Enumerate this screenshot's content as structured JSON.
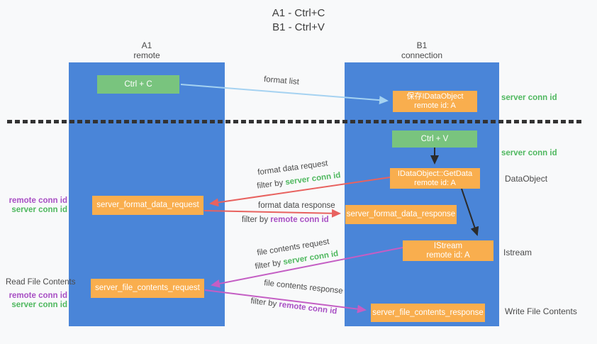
{
  "title": {
    "line1": "A1 - Ctrl+C",
    "line2": "B1 - Ctrl+V"
  },
  "columns": {
    "left": {
      "name": "A1",
      "role": "remote"
    },
    "right": {
      "name": "B1",
      "role": "connection"
    }
  },
  "nodes": {
    "ctrl_c": "Ctrl + C",
    "save_idataobject": {
      "line1": "保存IDataObject",
      "line2": "remote id: A"
    },
    "ctrl_v": "Ctrl + V",
    "getdata": {
      "line1": "IDataObject::GetData",
      "line2": "remote id: A"
    },
    "istream": {
      "line1": "IStream",
      "line2": "remote id: A"
    },
    "format_request": "server_format_data_request",
    "format_response": "server_format_data_response",
    "file_request": "server_file_contents_request",
    "file_response": "server_file_contents_response"
  },
  "arrow_labels": {
    "format_list": "format list",
    "format_data_request": "format data request",
    "format_data_response": "format data response",
    "file_contents_request": "file contents request",
    "file_contents_response": "file contents response",
    "filter_by": "filter by "
  },
  "annotations": {
    "server_conn_id": "server conn id",
    "remote_conn_id": "remote conn id",
    "data_object": "DataObject",
    "istream": "Istream",
    "read_file_contents": "Read File Contents",
    "write_file_contents": "Write File Contents"
  },
  "colors": {
    "column_blue": "#4a85d8",
    "box_green": "#79c47e",
    "box_orange": "#f9ae4e",
    "text_green": "#4fb85f",
    "text_purple": "#a84fc4",
    "arrow_light_blue": "#a5d2f1",
    "arrow_red": "#e8625f",
    "arrow_magenta": "#c45ec4",
    "arrow_black": "#2b2b2b",
    "background": "#f8f9fa"
  }
}
